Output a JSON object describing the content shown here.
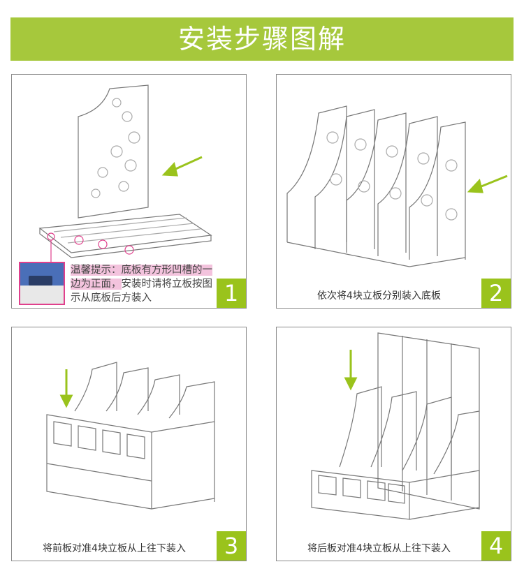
{
  "header": {
    "title": "安装步骤图解"
  },
  "colors": {
    "header_bg": "#a6c83c",
    "badge_bg": "#9ac31c",
    "tip_highlight": "#f3c3dd",
    "arrow": "#9ac31c"
  },
  "steps": [
    {
      "number": "1",
      "tip_highlight": "温馨提示：底板有方形凹槽的一边为正面，",
      "tip_rest": "安装时请将立板按图示从底板后方装入"
    },
    {
      "number": "2",
      "caption": "依次将4块立板分别装入底板"
    },
    {
      "number": "3",
      "caption": "将前板对准4块立板从上往下装入"
    },
    {
      "number": "4",
      "caption": "将后板对准4块立板从上往下装入"
    }
  ]
}
